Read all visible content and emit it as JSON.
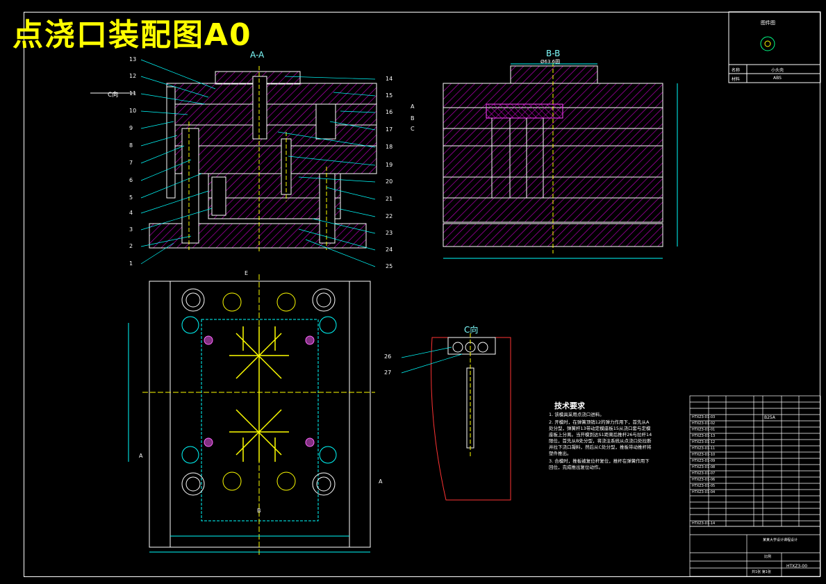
{
  "title": "点浇口装配图A0",
  "views": {
    "section_aa": "A-A",
    "section_bb": "B-B",
    "view_c": "C向",
    "c_arrow_label": "C向",
    "bb_dim": "Ø63.6圆"
  },
  "part_numbers_left": [
    "13",
    "12",
    "11",
    "10",
    "9",
    "8",
    "7",
    "6",
    "5",
    "4",
    "3",
    "2",
    "1"
  ],
  "part_numbers_right": [
    "14",
    "15",
    "16",
    "17",
    "18",
    "19",
    "20",
    "21",
    "22",
    "23",
    "24",
    "25"
  ],
  "side_markers": [
    "A",
    "B",
    "C"
  ],
  "c_view_numbers": [
    "26",
    "27"
  ],
  "plan_marks": {
    "e": "E",
    "a_left": "A",
    "a_right": "A",
    "b": "B"
  },
  "thumbnail": {
    "header": "图件图",
    "row1_label": "名称",
    "row1_value": "小头壳",
    "row2_label": "材料",
    "row2_value": "ABS"
  },
  "tech_requirements": {
    "heading": "技术要求",
    "items": [
      "1. 该模具采用点浇口进料。",
      "2. 开模时，在弹簧顶销12的弹力作用下，首先从A处分型，弹簧杆13带动定模座板15从浇口套与定模座板上分离。当开模到达S1距离后推杆26与拉杆14限位，首先从B处分型，将浇注系统从点浇口处拉断并拉下浇口凝料，然后从C处分型，推板带动推杆将塑件推出。",
      "3. 合模时，推板被复位杆复位，推杆在弹簧作用下回位，完成推出复位动作。"
    ]
  },
  "bom_codes": [
    "HTXZ3-01-03",
    "HTXZ3-01-02",
    "HTXZ3-01-01",
    "HTXZ3-01-13",
    "HTXZ3-01-12",
    "HTXZ3-01-11",
    "HTXZ3-01-10",
    "HTXZ3-01-09",
    "HTXZ3-01-08",
    "HTXZ3-01-07",
    "HTXZ3-01-06",
    "HTXZ3-01-05",
    "HTXZ3-01-04",
    "HTXZ3-01-14"
  ],
  "title_block": {
    "material": "B25A",
    "drawing_no": "HTXZ3-00",
    "scale_label": "比例",
    "sheet": "共1张 第1张",
    "school": "某某大学设计课程设计"
  },
  "colors": {
    "hatch": "#ff00ff",
    "outline": "#ffffff",
    "centerline": "#ffff00",
    "dim": "#00ffff",
    "title": "#ffff00"
  }
}
